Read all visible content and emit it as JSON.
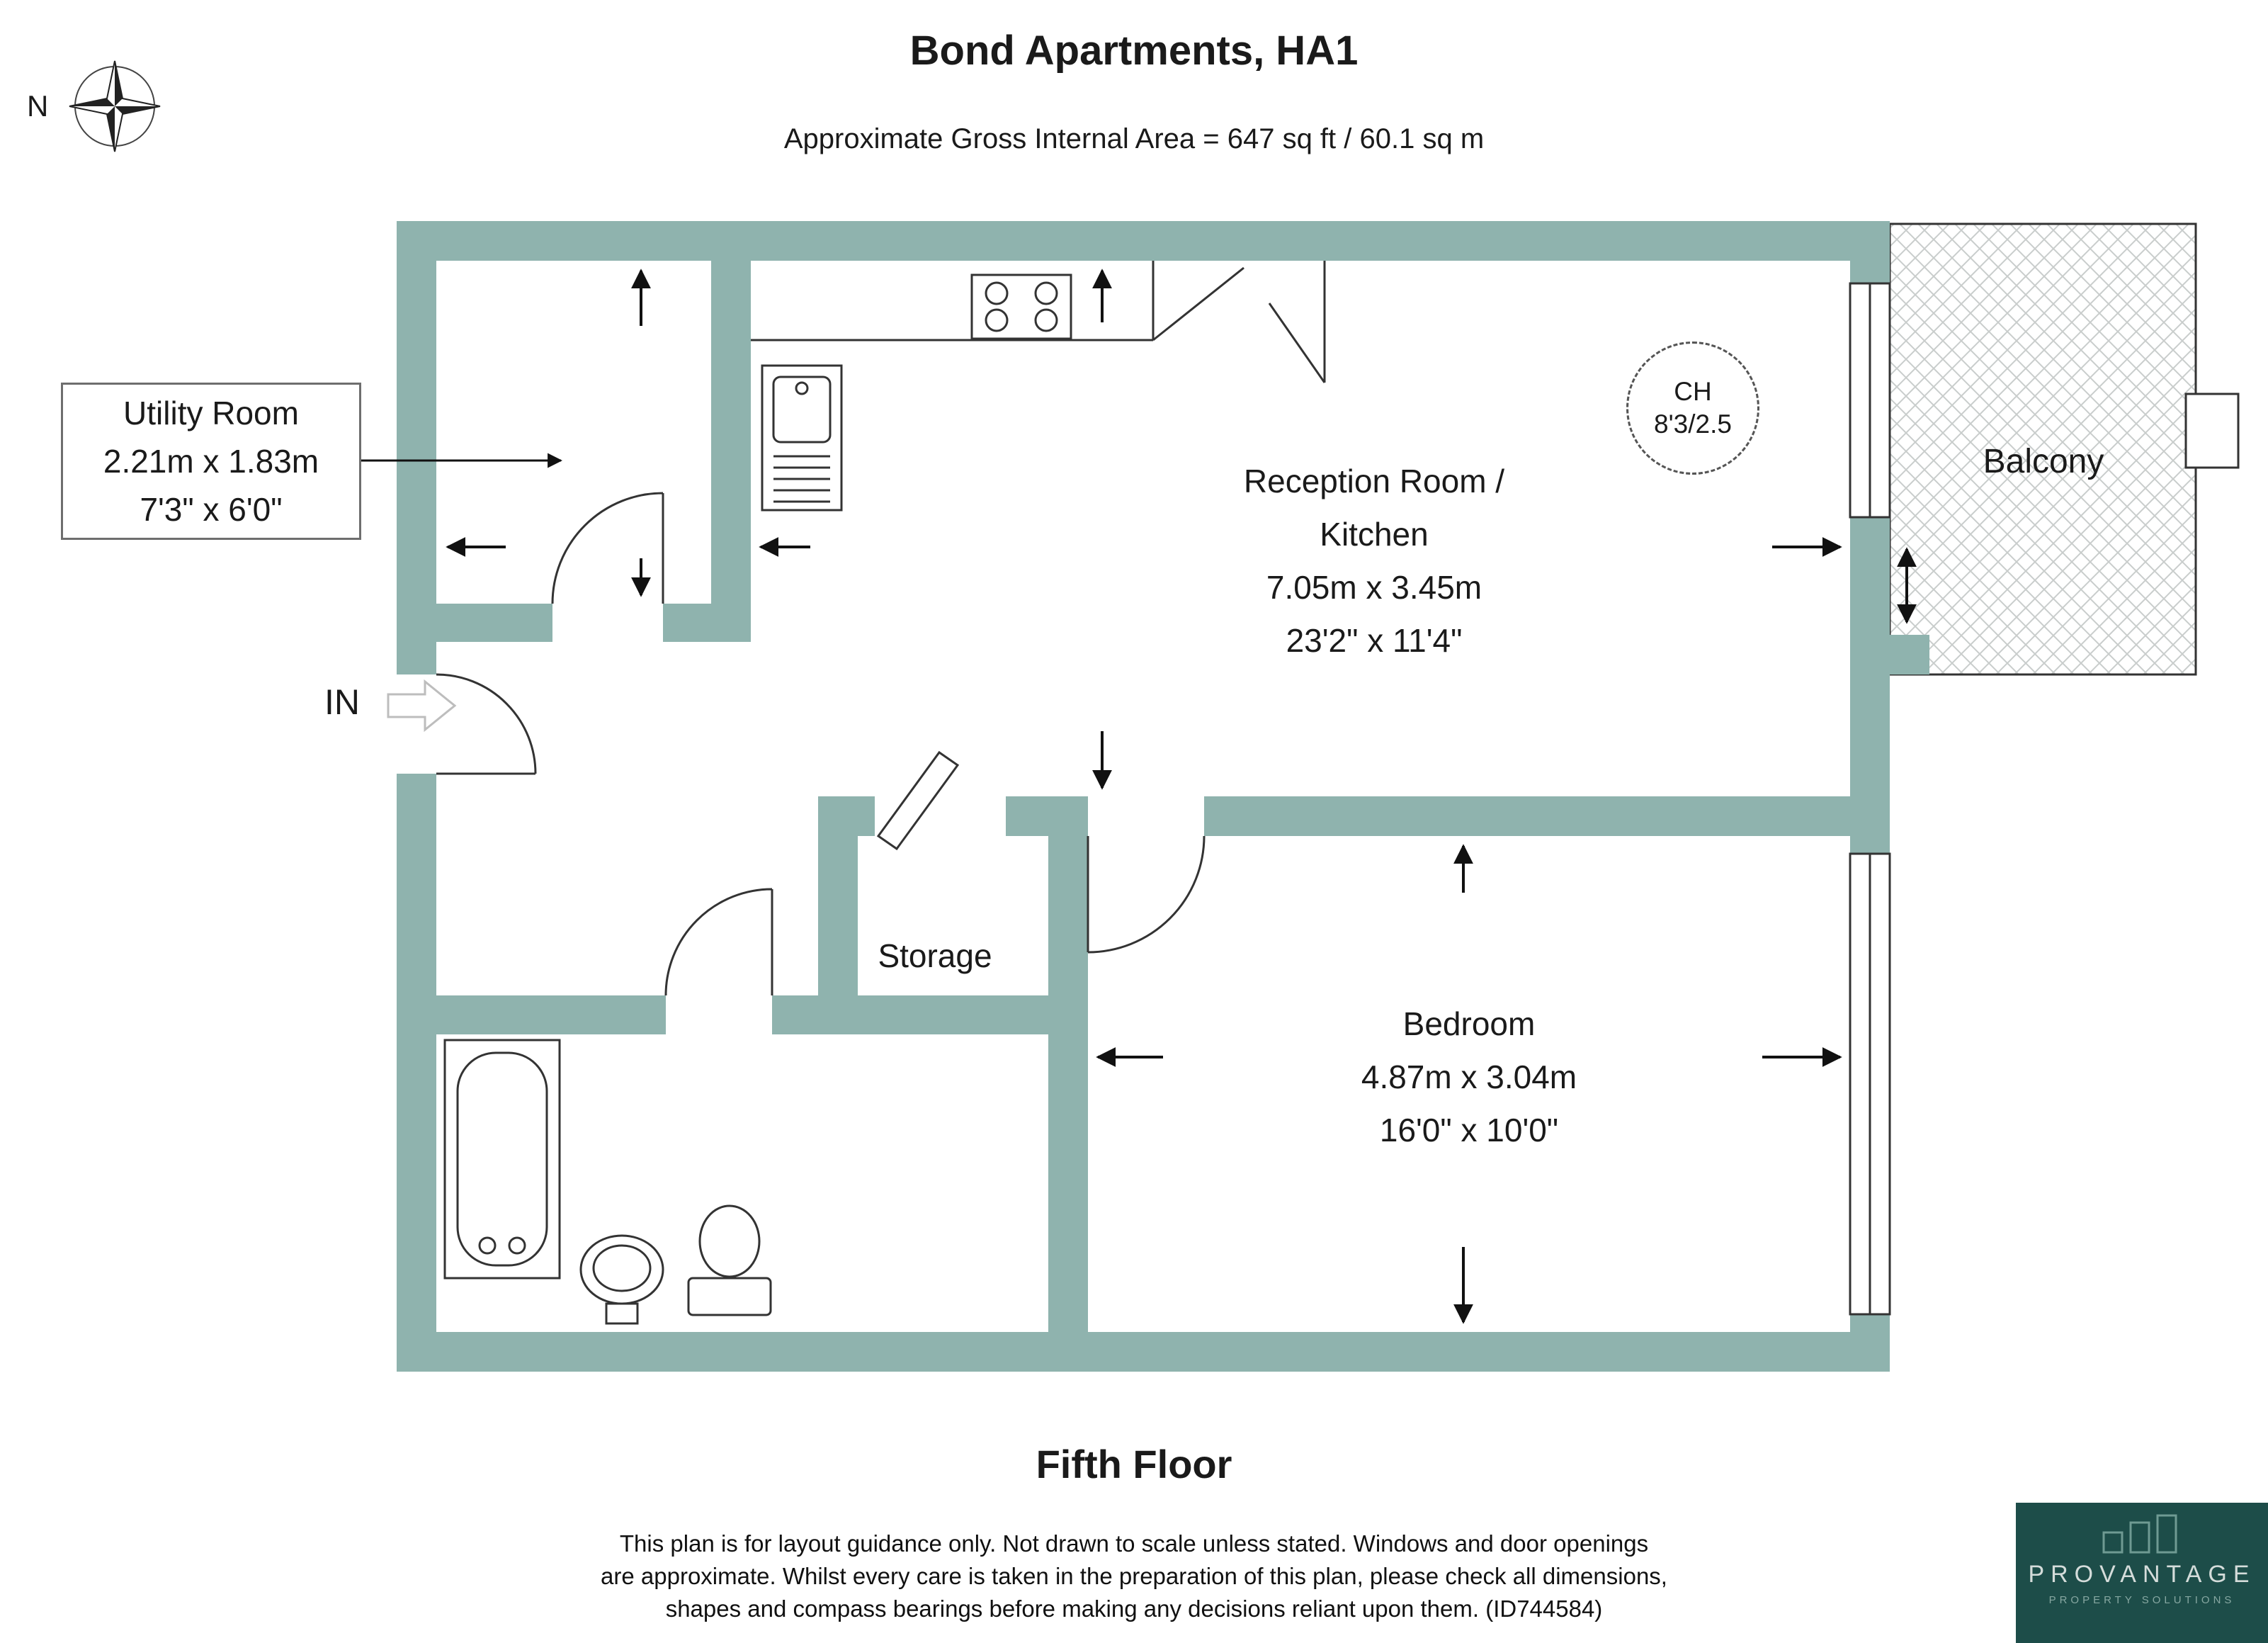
{
  "header": {
    "title": "Bond Apartments, HA1",
    "subtitle": "Approximate Gross Internal Area = 647 sq ft / 60.1 sq m"
  },
  "compass": {
    "north_label": "N"
  },
  "plan": {
    "utility_room": {
      "name": "Utility Room",
      "dimensions_metric": "2.21m x 1.83m",
      "dimensions_imperial": "7'3\" x 6'0\""
    },
    "reception_kitchen": {
      "name_line1": "Reception Room /",
      "name_line2": "Kitchen",
      "dimensions_metric": "7.05m x 3.45m",
      "dimensions_imperial": "23'2\" x 11'4\""
    },
    "ceiling_height": {
      "label": "CH",
      "value": "8'3/2.5"
    },
    "balcony": {
      "name": "Balcony"
    },
    "storage": {
      "name": "Storage"
    },
    "bedroom": {
      "name": "Bedroom",
      "dimensions_metric": "4.87m x 3.04m",
      "dimensions_imperial": "16'0\" x 10'0\""
    },
    "entrance": {
      "label": "IN"
    }
  },
  "floor_label": "Fifth Floor",
  "disclaimer": {
    "lines": [
      "This plan is for layout guidance only. Not drawn to scale unless stated. Windows and door openings",
      "are approximate. Whilst every care is taken in the preparation of this plan, please check all dimensions,",
      "shapes and compass bearings before making any decisions reliant upon them. (ID744584)"
    ]
  },
  "logo": {
    "brand": "PROVANTAGE",
    "tagline": "PROPERTY SOLUTIONS"
  },
  "colors": {
    "wall": "#8fb3ae",
    "logo_background": "#1d4d49",
    "hatch": "#c9cdcc"
  }
}
